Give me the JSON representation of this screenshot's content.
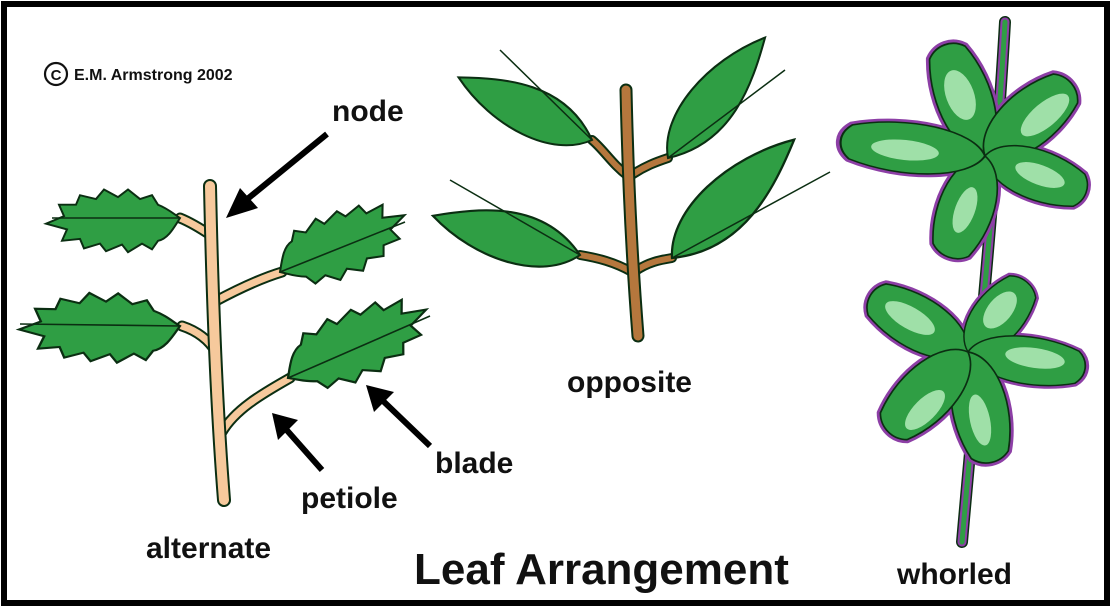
{
  "copyright": "E.M. Armstrong 2002",
  "copyright_symbol": "C",
  "title": "Leaf Arrangement",
  "labels": {
    "node": "node",
    "blade": "blade",
    "petiole": "petiole",
    "alternate": "alternate",
    "opposite": "opposite",
    "whorled": "whorled"
  },
  "colors": {
    "leaf_dark": "#2f9e44",
    "leaf_light": "#9fe0a8",
    "leaf_outline": "#0b2e12",
    "alternate_stem": "#f6c99c",
    "opposite_stem": "#b5773d",
    "whorled_stem": "#2f9e44",
    "whorled_rim": "#8d3fa6",
    "frame": "#000000"
  }
}
